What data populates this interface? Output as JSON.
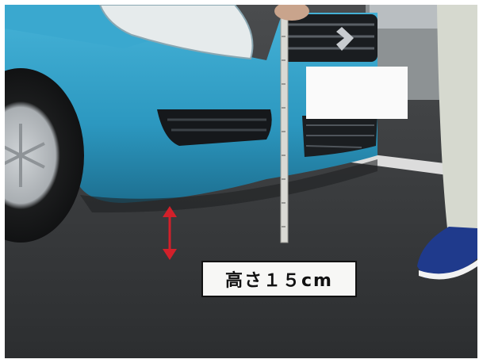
{
  "photo": {
    "subject": "blue-car-front-bumper",
    "colors": {
      "car_body": "#2f9fc6",
      "car_shadow": "#1f6f92",
      "road": "#3a3c3e",
      "measuring_tape": "#d9d9d4",
      "arrow": "#d2202a"
    }
  },
  "caption": {
    "label": "高さ１５cm"
  },
  "icons": {
    "arrow": "double-headed-vertical-arrow"
  }
}
